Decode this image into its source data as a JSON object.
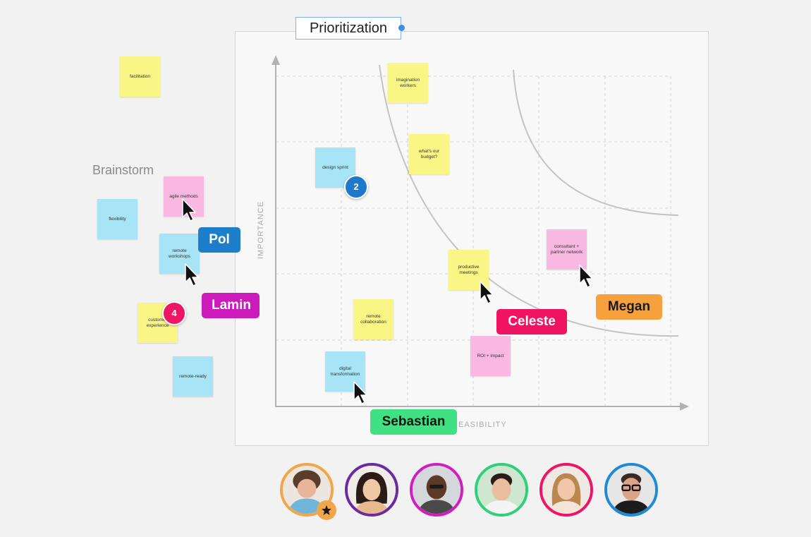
{
  "frame": {
    "title": "Prioritization"
  },
  "brainstorm": {
    "label": "Brainstorm"
  },
  "axes": {
    "y_label": "IMPORTANCE",
    "x_label": "EASIBILITY"
  },
  "notes": {
    "facilitation": "facilitation",
    "agile_methods": "agile methods",
    "flexibility": "flexibility",
    "remote_workshops": "remote workshops",
    "customer_experience": "customer experience",
    "remote_ready": "remote-ready",
    "imagination_workers": "imagination workers",
    "whats_our_budget": "what's our budget?",
    "design_sprint": "design sprint",
    "productive_meetings": "productive meetings",
    "consultant_network": "consultant + partner network",
    "remote_collaboration": "remote collaboration",
    "roi_impact": "ROI + impact",
    "digital_transformation": "digital transformation"
  },
  "badges": {
    "design_sprint_votes": "2",
    "customer_experience_votes": "4"
  },
  "cursors": {
    "pol": "Pol",
    "lamin": "Lamin",
    "celeste": "Celeste",
    "megan": "Megan",
    "sebastian": "Sebastian"
  },
  "colors": {
    "note_yellow": "#faf686",
    "note_pink": "#f9b8e2",
    "note_blue": "#a6e4f6",
    "pol": "#1d7fc9",
    "lamin": "#cc1bbb",
    "celeste": "#f0135f",
    "megan": "#f7a13e",
    "sebastian": "#3fe183",
    "vote_blue": "#1f78c9",
    "vote_pink": "#ee1466"
  },
  "avatars": [
    {
      "name": "participant-1",
      "ring": "#f2a54a",
      "host": true
    },
    {
      "name": "participant-2",
      "ring": "#6b2a9e"
    },
    {
      "name": "participant-3",
      "ring": "#d11fbf"
    },
    {
      "name": "participant-4",
      "ring": "#2fd07a"
    },
    {
      "name": "participant-5",
      "ring": "#ee1466"
    },
    {
      "name": "participant-6",
      "ring": "#1f8ad6"
    }
  ],
  "icons": {
    "host": "star-icon",
    "cursor": "pointer-cursor-icon"
  }
}
